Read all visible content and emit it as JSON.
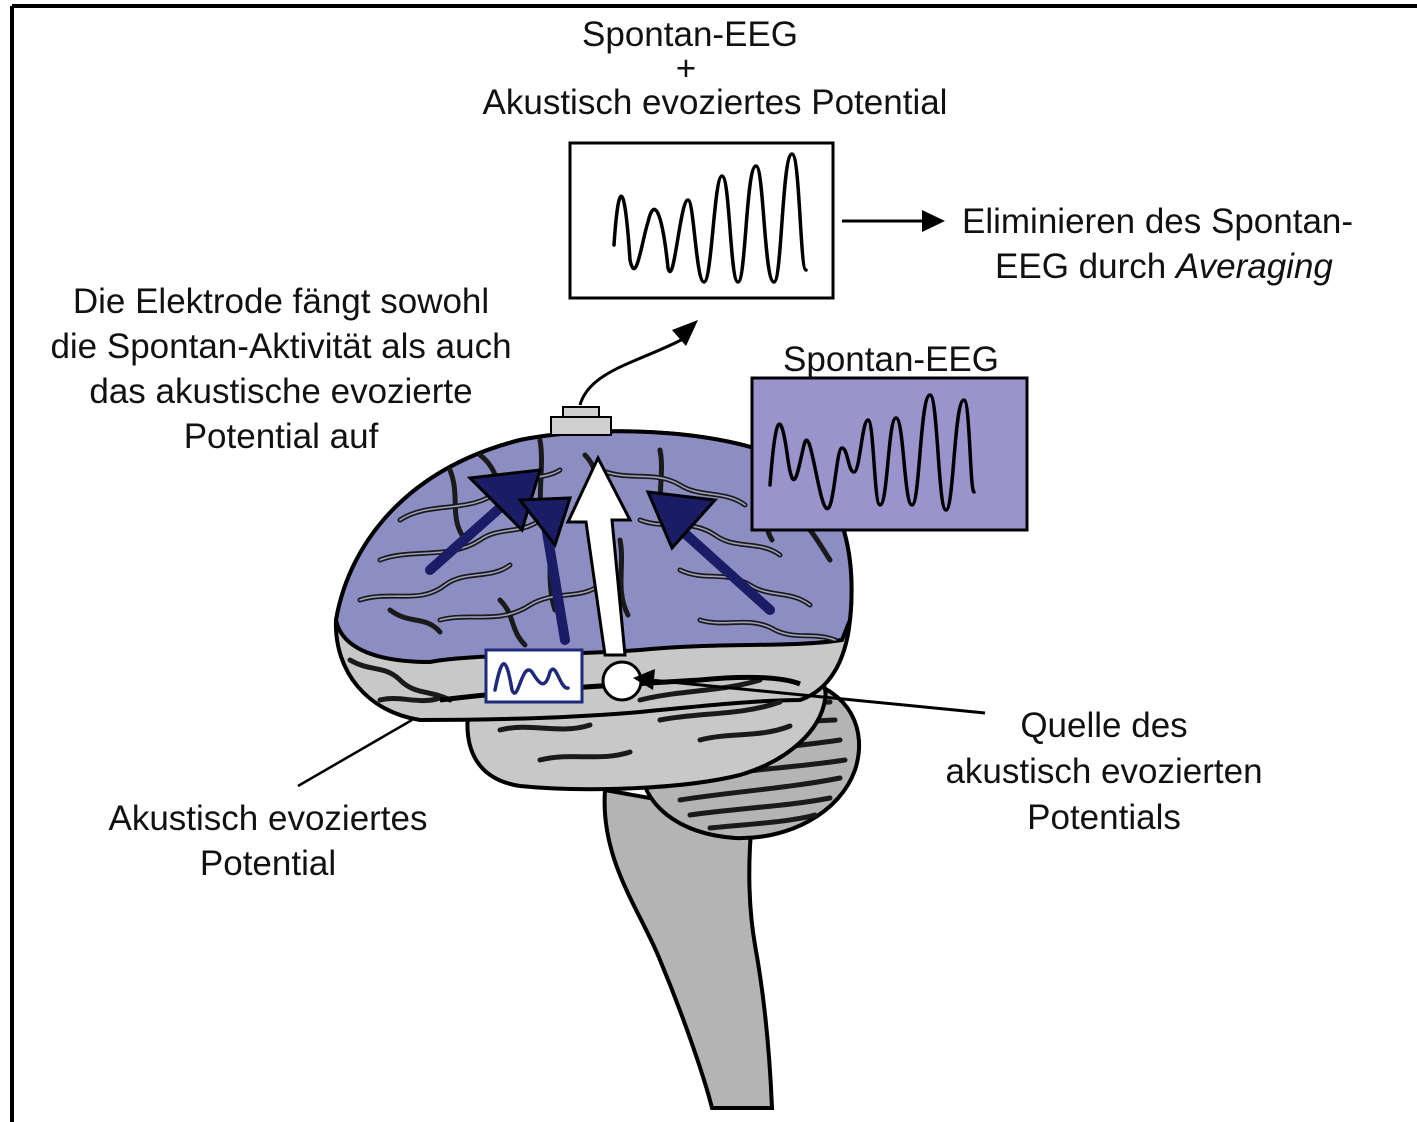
{
  "header": {
    "line1": "Spontan-EEG",
    "plus": "+",
    "line2": "Akustisch evoziertes Potential"
  },
  "elimination": {
    "line1": "Eliminieren des Spontan-",
    "line2_prefix": "EEG durch ",
    "line2_emphasis": "Averaging"
  },
  "electrode_note": {
    "line1": "Die Elektrode fängt sowohl",
    "line2": "die Spontan-Aktivität als auch",
    "line3": "das akustische evozierte",
    "line4": "Potential auf"
  },
  "spontan_box": {
    "label": "Spontan-EEG"
  },
  "aep_label": {
    "line1": "Akustisch evoziertes",
    "line2": "Potential"
  },
  "source_label": {
    "line1": "Quelle des",
    "line2": "akustisch evozierten",
    "line3": "Potentials"
  },
  "colors": {
    "cortex": "#8c8dc2",
    "cortex_panel": "#9b94cc",
    "arrow_dark": "#1a1c66",
    "brain_gray": "#c8c8c8",
    "stem_gray": "#b4b4b4",
    "wave_blue": "#1f2a7a"
  }
}
